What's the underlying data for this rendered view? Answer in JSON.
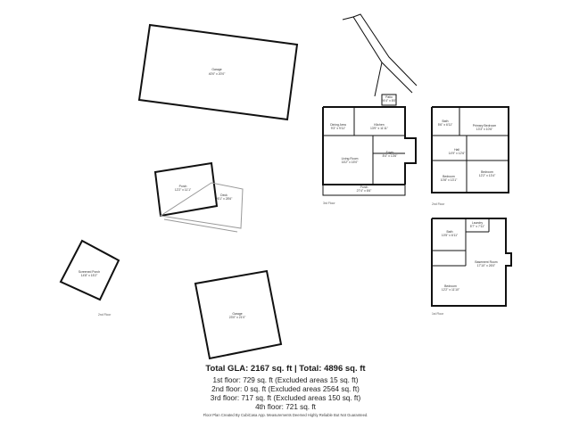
{
  "labels": {
    "garage_top": [
      "Garage",
      "40'0\" x 20'0\""
    ],
    "patio_ramp": [
      "Patio",
      "24'4\" x 8'0\""
    ],
    "dining": [
      "Dining Area",
      "9'3\" x 9'11\""
    ],
    "kitchen": [
      "Kitchen",
      "13'9\" x 11'11\""
    ],
    "living": [
      "Living Room",
      "16'2\" x 15'0\""
    ],
    "foyer": [
      "Foyer",
      "8'4\" x 13'6\""
    ],
    "porch": [
      "Porch",
      "27'4\" x 6'6\""
    ],
    "bath2": [
      "Bath",
      "5'6\" x 6'11\""
    ],
    "primary": [
      "Primary Bedroom",
      "13'3\" x 10'6\""
    ],
    "hall": [
      "Hall",
      "14'9\" x 12'6\""
    ],
    "bed2a": [
      "Bedroom",
      "10'8\" x 13'1\""
    ],
    "bed2b": [
      "Bedroom",
      "12'2\" x 13'4\""
    ],
    "porch_small": [
      "Porch",
      "12'2\" x 11'1\""
    ],
    "deck": [
      "Deck",
      "26'1\" x 28'6\""
    ],
    "laundry": [
      "Laundry",
      "5'7\" x 7'11\""
    ],
    "bath4": [
      "Bath",
      "10'5\" x 6'11\""
    ],
    "basement": [
      "Basement Room",
      "17'10\" x 26'0\""
    ],
    "bed4": [
      "Bedroom",
      "12'2\" x 11'10\""
    ],
    "screened": [
      "Screened Porch",
      "14'8\" x 15'2\""
    ],
    "garage_bottom": [
      "Garage",
      "23'0\" x 21'0\""
    ]
  },
  "floor_labels": {
    "third": "3rd Floor",
    "second": "2nd Floor",
    "first_left": "2nd Floor",
    "first_right": "1st Floor"
  },
  "summary": {
    "total": "Total GLA: 2167 sq. ft | Total: 4896 sq. ft",
    "lines": [
      "1st floor: 729 sq. ft (Excluded areas 15 sq. ft)",
      "2nd floor: 0 sq. ft (Excluded areas 2564 sq. ft)",
      "3rd floor: 717 sq. ft (Excluded areas 150 sq. ft)",
      "4th floor: 721 sq. ft"
    ],
    "credit": "Floor Plan Created By CubiCasa App. Measurements Deemed Highly Reliable But Not Guaranteed."
  }
}
